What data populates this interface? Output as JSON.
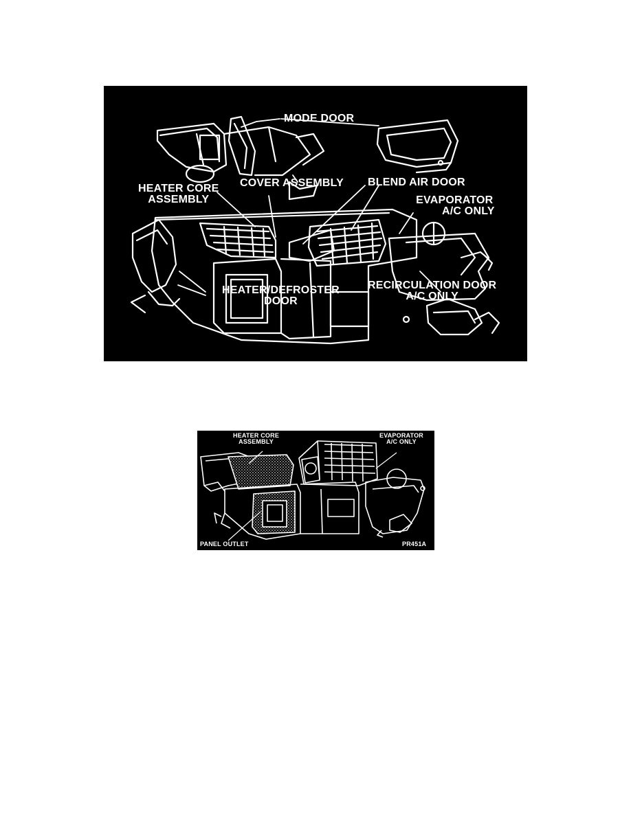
{
  "figures": [
    {
      "labels": {
        "mode_door": "MODE DOOR",
        "cover_assembly": "COVER ASSEMBLY",
        "blend_air_door": "BLEND AIR DOOR",
        "heater_core_assembly": [
          "HEATER CORE",
          "ASSEMBLY"
        ],
        "evaporator": [
          "EVAPORATOR",
          "A/C ONLY"
        ],
        "recirculation_door": [
          "RECIRCULATION DOOR",
          "A/C ONLY"
        ],
        "heater_defroster_door": [
          "HEATER/DEFROSTER",
          "DOOR"
        ]
      }
    },
    {
      "labels": {
        "heater_core_assembly": [
          "HEATER CORE",
          "ASSEMBLY"
        ],
        "evaporator": [
          "EVAPORATOR",
          "A/C ONLY"
        ],
        "panel_outlet": "PANEL OUTLET",
        "figure_code": "PR451A"
      }
    }
  ],
  "colors": {
    "background": "#000000",
    "linework": "#ffffff"
  }
}
